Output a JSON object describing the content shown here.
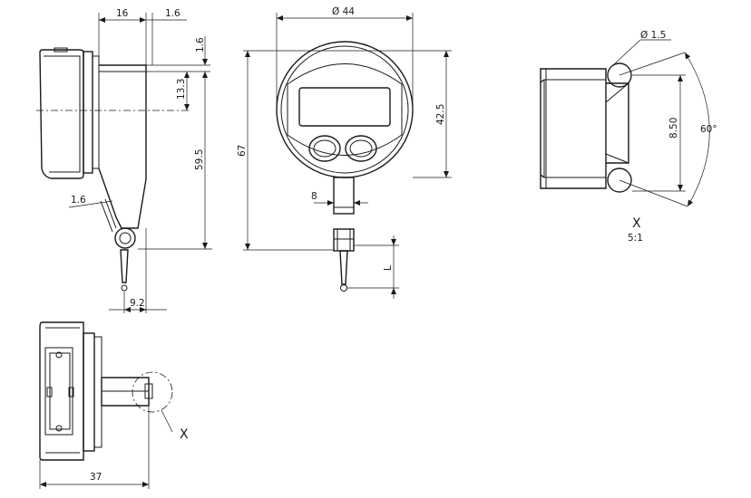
{
  "side_view": {
    "dim_top_width": "16",
    "dim_top_gap": "1.6",
    "dim_right_top": "1.6",
    "dim_right_mid": "13.3",
    "dim_right_tall": "59.5",
    "dim_left_probe": "1.6",
    "dim_bottom": "9.2"
  },
  "front_view": {
    "dim_diameter": "Ø 44",
    "dim_height_total": "67",
    "dim_height_body": "42.5",
    "dim_stem_width": "8",
    "dim_probe_length": "L"
  },
  "detail_view": {
    "dim_ball": "Ø 1.5",
    "dim_span": "8.50",
    "dim_angle": "60°",
    "detail_label": "X",
    "detail_scale": "5:1"
  },
  "bottom_view": {
    "dim_width": "37",
    "callout_label": "X"
  }
}
